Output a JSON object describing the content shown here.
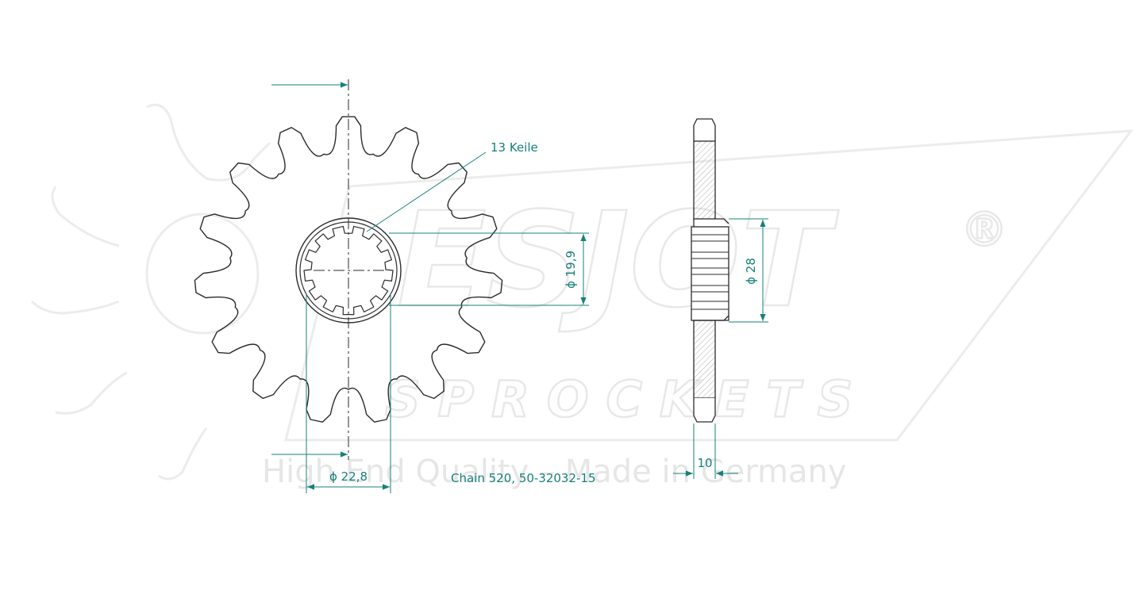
{
  "watermark": {
    "brand": "ESJOT",
    "registered": "®",
    "subtitle": "SPROCKETS",
    "slogan": "High End Quality – Made in Germany"
  },
  "drawing": {
    "spline_note": "13 Keile",
    "spline_diameter": "ϕ 19,9",
    "hub_diameter": "ϕ 22,8",
    "boss_diameter": "ϕ 28",
    "thickness": "10",
    "caption": "Chain 520, 50-32032-15"
  },
  "sprocket": {
    "teeth": 15,
    "splines": 13
  },
  "colors": {
    "line": "#2b2b2b",
    "dimension": "#17807a",
    "watermark": "#e8e8e8"
  }
}
